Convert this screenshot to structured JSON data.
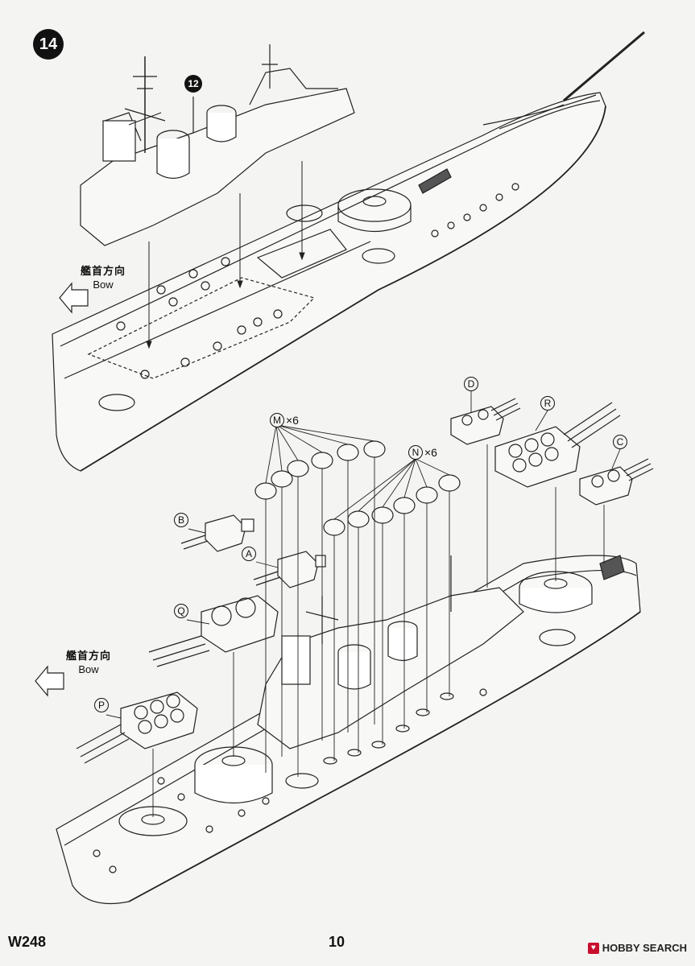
{
  "step": {
    "number": "14",
    "reference_step": "12"
  },
  "bow_labels": [
    {
      "jp": "艦首方向",
      "en": "Bow"
    },
    {
      "jp": "艦首方向",
      "en": "Bow"
    }
  ],
  "parts": {
    "M": {
      "letter": "M",
      "qty": "×6"
    },
    "N": {
      "letter": "N",
      "qty": "×6"
    },
    "D": {
      "letter": "D"
    },
    "R": {
      "letter": "R"
    },
    "C": {
      "letter": "C"
    },
    "B": {
      "letter": "B"
    },
    "A": {
      "letter": "A"
    },
    "Q": {
      "letter": "Q"
    },
    "P": {
      "letter": "P"
    }
  },
  "footer": {
    "model_code": "W248",
    "page_number": "10",
    "watermark": "HOBBY SEARCH"
  }
}
